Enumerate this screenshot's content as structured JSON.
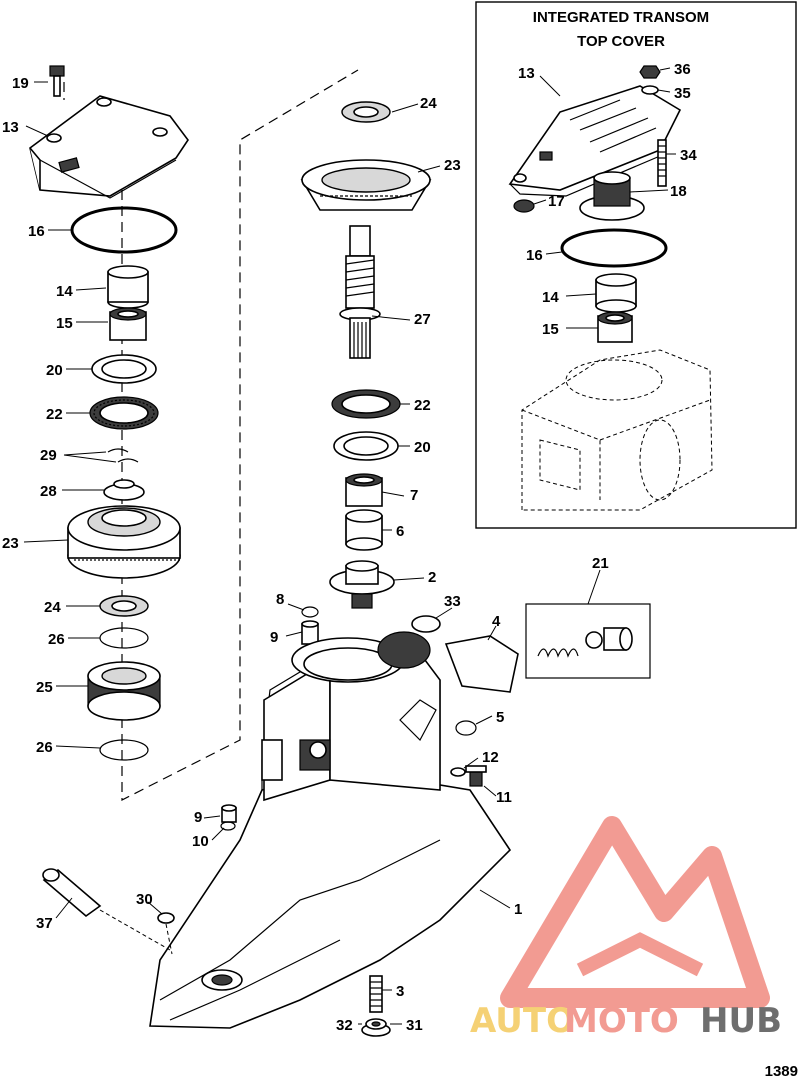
{
  "inset": {
    "title_line1": "INTEGRATED TRANSOM",
    "title_line2": "TOP COVER"
  },
  "figure_number": "1389",
  "watermark": {
    "part1": "AUTO",
    "part2": "MOTO",
    "part3": "HUB",
    "color_light": "#f4c95d",
    "color_brand": "#f08a80",
    "color_dark": "#555555"
  },
  "callouts": [
    "19",
    "13",
    "16",
    "14",
    "15",
    "20",
    "22",
    "29",
    "28",
    "23",
    "24",
    "26",
    "25",
    "26",
    "24",
    "23",
    "27",
    "22",
    "20",
    "7",
    "6",
    "2",
    "33",
    "8",
    "9",
    "4",
    "5",
    "12",
    "11",
    "9",
    "10",
    "30",
    "37",
    "1",
    "3",
    "32",
    "31",
    "21",
    "13",
    "36",
    "35",
    "34",
    "17",
    "18",
    "16",
    "14",
    "15"
  ]
}
